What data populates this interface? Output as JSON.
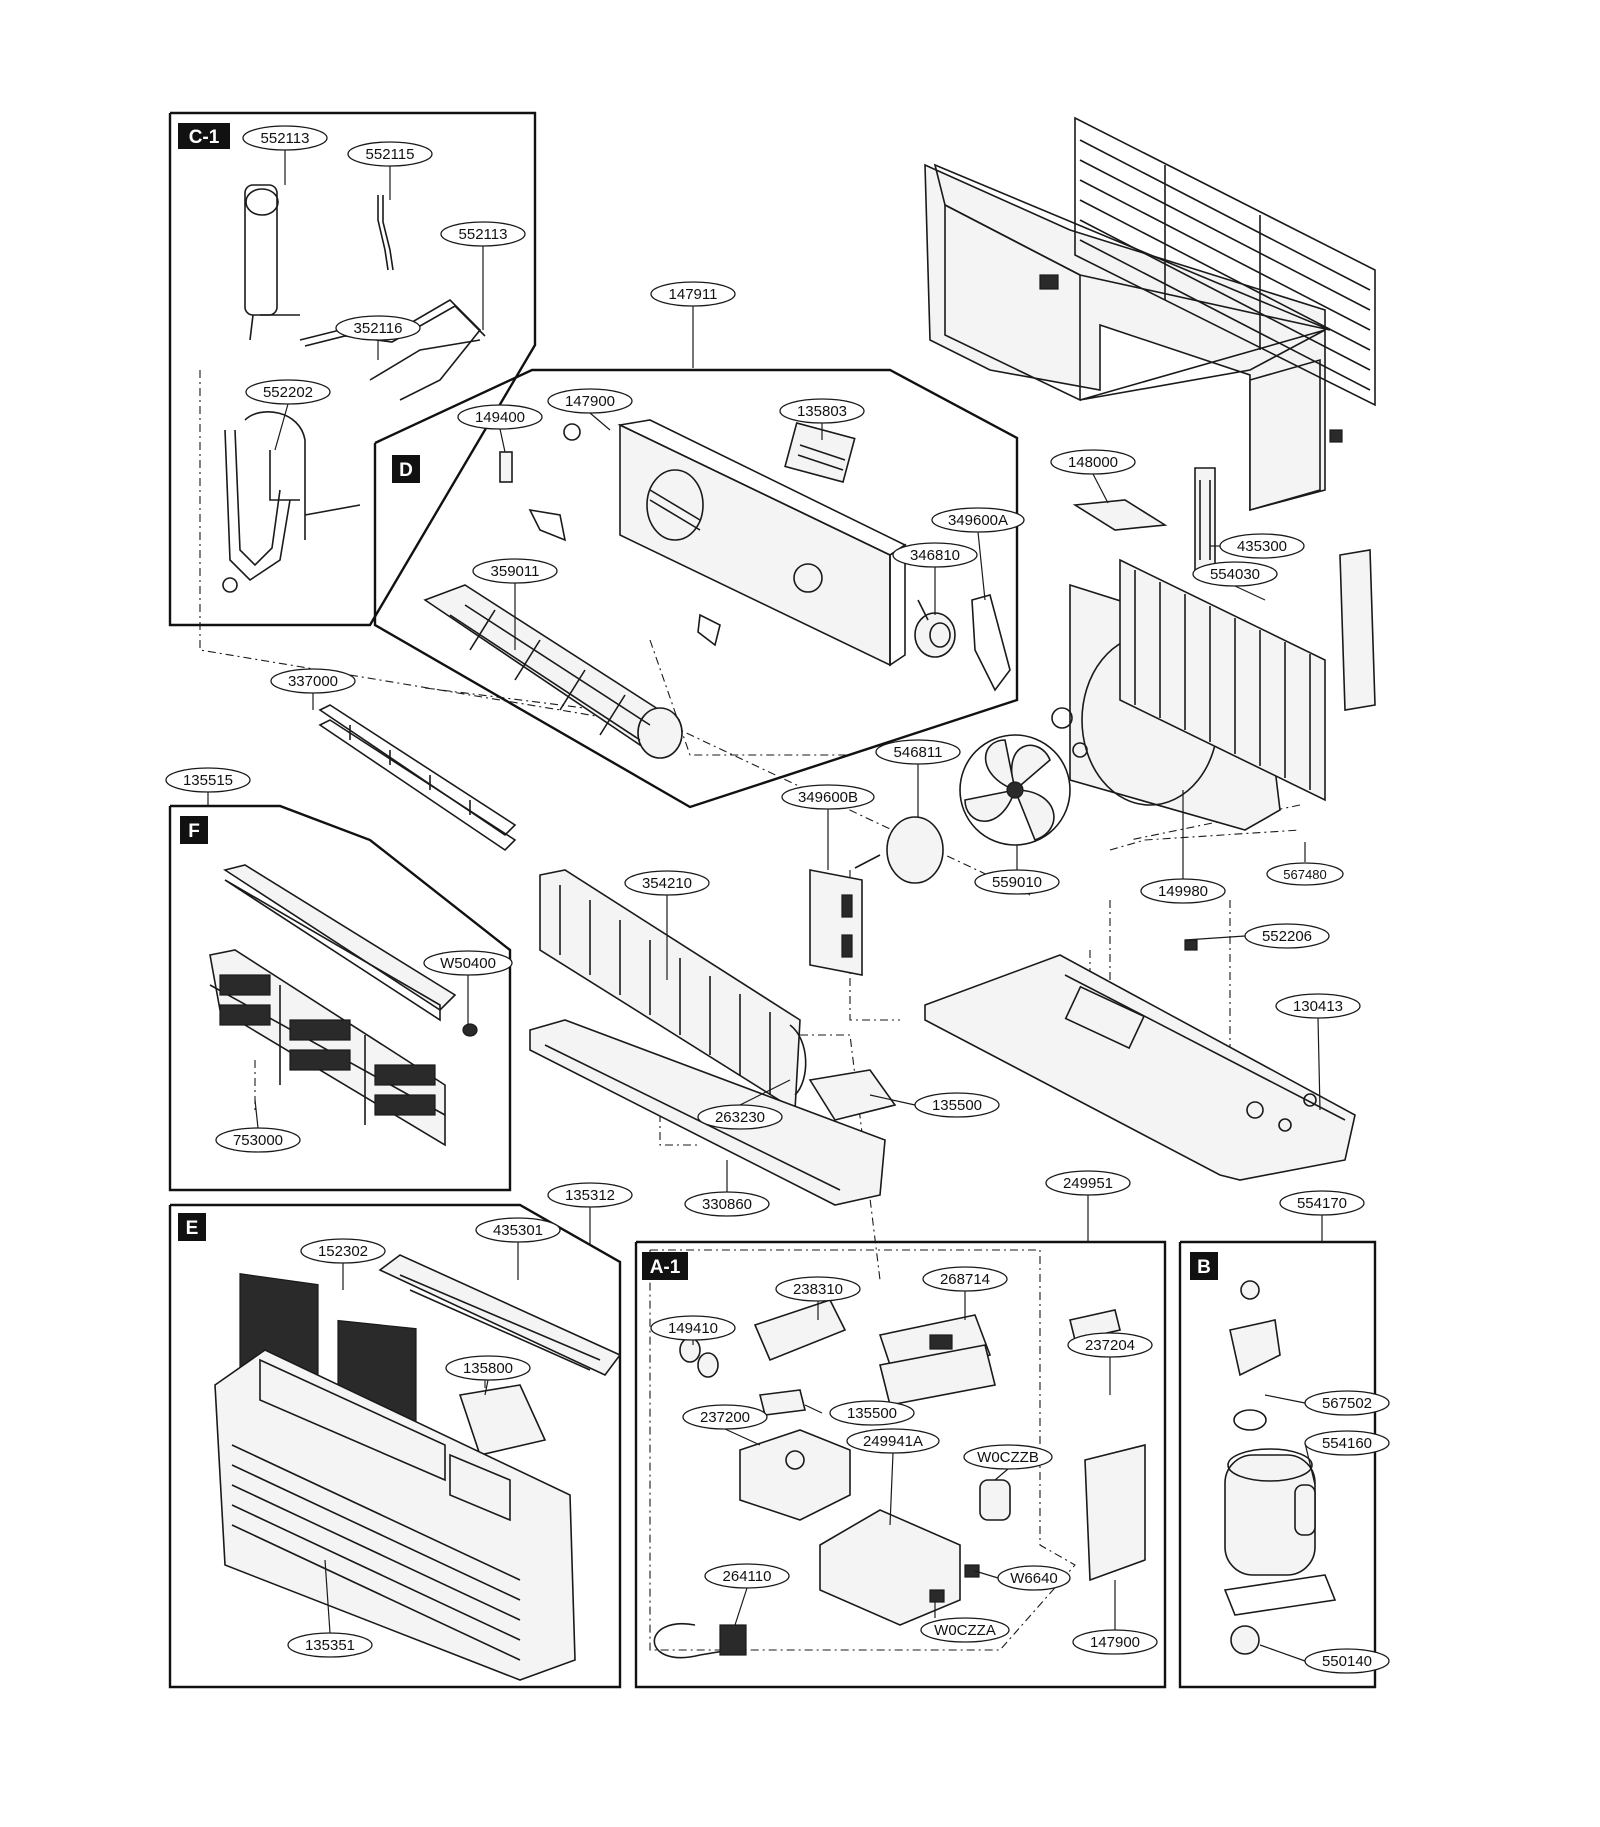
{
  "sections": [
    {
      "key": "C1",
      "label": "C-1"
    },
    {
      "key": "D",
      "label": "D"
    },
    {
      "key": "F",
      "label": "F"
    },
    {
      "key": "E",
      "label": "E"
    },
    {
      "key": "A1",
      "label": "A-1"
    },
    {
      "key": "B",
      "label": "B"
    }
  ],
  "callouts": [
    {
      "key": "c01",
      "text": "552113"
    },
    {
      "key": "c02",
      "text": "552115"
    },
    {
      "key": "c03",
      "text": "552113"
    },
    {
      "key": "c04",
      "text": "352116"
    },
    {
      "key": "c05",
      "text": "552202"
    },
    {
      "key": "c06",
      "text": "147911"
    },
    {
      "key": "c07",
      "text": "149400"
    },
    {
      "key": "c08",
      "text": "147900"
    },
    {
      "key": "c09",
      "text": "135803"
    },
    {
      "key": "c10",
      "text": "148000"
    },
    {
      "key": "c11",
      "text": "349600A"
    },
    {
      "key": "c12",
      "text": "346810"
    },
    {
      "key": "c13",
      "text": "359011"
    },
    {
      "key": "c14",
      "text": "435300"
    },
    {
      "key": "c15",
      "text": "554030"
    },
    {
      "key": "c16",
      "text": "337000"
    },
    {
      "key": "c17",
      "text": "546811"
    },
    {
      "key": "c18",
      "text": "135515"
    },
    {
      "key": "c19",
      "text": "349600B"
    },
    {
      "key": "c20",
      "text": "559010"
    },
    {
      "key": "c21",
      "text": "149980"
    },
    {
      "key": "c22",
      "text": "567480"
    },
    {
      "key": "c23",
      "text": "354210"
    },
    {
      "key": "c24",
      "text": "552206"
    },
    {
      "key": "c25",
      "text": "W50400"
    },
    {
      "key": "c26",
      "text": "130413"
    },
    {
      "key": "c27",
      "text": "263230"
    },
    {
      "key": "c28",
      "text": "135500"
    },
    {
      "key": "c29",
      "text": "753000"
    },
    {
      "key": "c30",
      "text": "330860"
    },
    {
      "key": "c31",
      "text": "135312"
    },
    {
      "key": "c32",
      "text": "249951"
    },
    {
      "key": "c33",
      "text": "554170"
    },
    {
      "key": "c34",
      "text": "152302"
    },
    {
      "key": "c35",
      "text": "435301"
    },
    {
      "key": "c36",
      "text": "238310"
    },
    {
      "key": "c37",
      "text": "268714"
    },
    {
      "key": "c38",
      "text": "149410"
    },
    {
      "key": "c39",
      "text": "237204"
    },
    {
      "key": "c40",
      "text": "135800"
    },
    {
      "key": "c41",
      "text": "135500"
    },
    {
      "key": "c42",
      "text": "237200"
    },
    {
      "key": "c43",
      "text": "249941A"
    },
    {
      "key": "c44",
      "text": "W0CZZB"
    },
    {
      "key": "c45",
      "text": "567502"
    },
    {
      "key": "c46",
      "text": "554160"
    },
    {
      "key": "c47",
      "text": "264110"
    },
    {
      "key": "c48",
      "text": "W6640"
    },
    {
      "key": "c49",
      "text": "W0CZZA"
    },
    {
      "key": "c50",
      "text": "135351"
    },
    {
      "key": "c51",
      "text": "147900"
    },
    {
      "key": "c52",
      "text": "550140"
    }
  ]
}
